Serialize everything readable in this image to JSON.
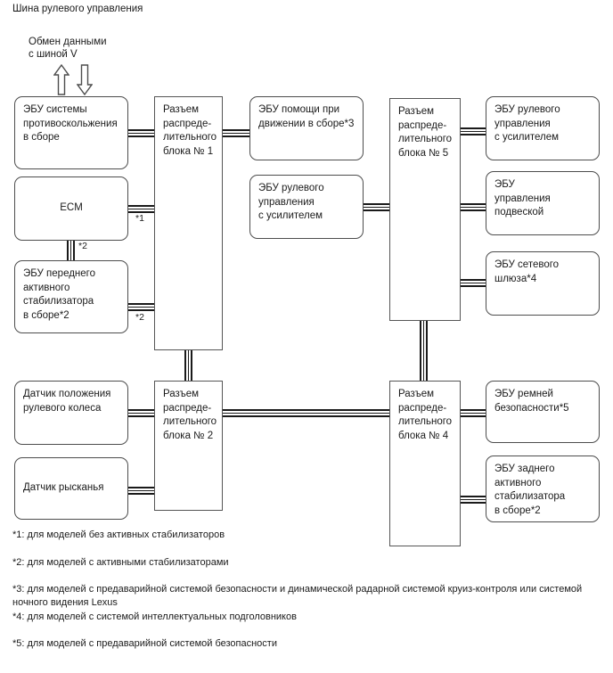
{
  "title": "Шина рулевого управления",
  "legend": {
    "data_exchange": "Обмен данными\nс шиной V",
    "arrow_up": "arrow-up-outline",
    "arrow_down": "arrow-down-outline"
  },
  "nodes": {
    "abs_ecu": "ЭБУ системы\nпротивоскольжения\nв сборе",
    "ecm": "ECM",
    "front_stabilizer_ecu": "ЭБУ переднего\nактивного\nстабилизатора\nв сборе*2",
    "steering_angle_sensor": "Датчик положения\nрулевого колеса",
    "yaw_sensor": "Датчик рысканья",
    "junction_block_1": "Разъем\nраспреде-\nлительного\nблока № 1",
    "junction_block_2": "Разъем\nраспреде-\nлительного\nблока № 2",
    "junction_block_5": "Разъем\nраспреде-\nлительного\nблока № 5",
    "junction_block_4": "Разъем\nраспреде-\nлительного\nблока № 4",
    "driving_assist_ecu": "ЭБУ помощи при\nдвижении в сборе*3",
    "power_steering_ecu_mid": "ЭБУ рулевого\nуправления\nс усилителем",
    "power_steering_ecu_right": "ЭБУ рулевого\nуправления\nс усилителем",
    "suspension_control_ecu": "ЭБУ\nуправления\nподвеской",
    "network_gateway_ecu": "ЭБУ сетевого\nшлюза*4",
    "seatbelt_ecu": "ЭБУ ремней\nбезопасности*5",
    "rear_stabilizer_ecu": "ЭБУ заднего\nактивного\nстабилизатора\nв сборе*2"
  },
  "bus_labels": {
    "ecm_to_jb1": "*1",
    "ecm_to_stab": "*2",
    "stab_to_jb1": "*2"
  },
  "notes": [
    "*1: для моделей без активных стабилизаторов",
    "*2: для моделей с активными стабилизаторами",
    "*3: для моделей с предаварийной системой безопасности и динамической радарной системой круиз-контроля или системой ночного видения Lexus",
    "*4: для моделей с системой интеллектуальных подголовников",
    "*5: для моделей с предаварийной системой безопасности"
  ]
}
